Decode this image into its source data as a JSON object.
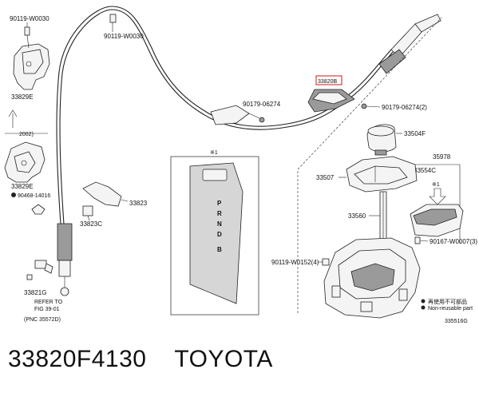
{
  "labels": {
    "p90119_w0030_left": "90119-W0030",
    "p33829e_top": "33829E",
    "p2002": "2002)",
    "p33829e_bottom": "33829E",
    "p90468": "90468-14016",
    "p90119_w0030_mid": "90119-W0030",
    "p90179_a": "90179-06274",
    "p33820b": "33820B",
    "p90179_b": "90179-06274(2)",
    "p33504f": "33504F",
    "p35978": "35978",
    "p33554c": "33554C",
    "p33507": "33507",
    "p33823": "33823",
    "p33823c": "33823C",
    "p33560": "33560",
    "p90167": "90167-W0007(3)",
    "p90119_w0152": "90119-W0152(4)",
    "p33821g": "33821G",
    "refer_line1": "REFER TO",
    "refer_line2": "FIG 39-01",
    "pnc": "(PNC 35572D)",
    "note1": "※1",
    "note1_arrow": "※1",
    "gear_p": "P",
    "gear_r": "R",
    "gear_n": "N",
    "gear_d": "D",
    "gear_b": "B",
    "legend_reusable": "再使用不可部品",
    "legend_nonreusable": "Non-reusable part",
    "diagram_code": "335516G"
  },
  "caption": {
    "part_number": "33820F4130",
    "brand": "TOYOTA"
  },
  "colors": {
    "line": "#222222",
    "highlight_box": "#d01818",
    "part_fill": "#f4f4f4",
    "dark_fill": "#9a9a9a"
  }
}
